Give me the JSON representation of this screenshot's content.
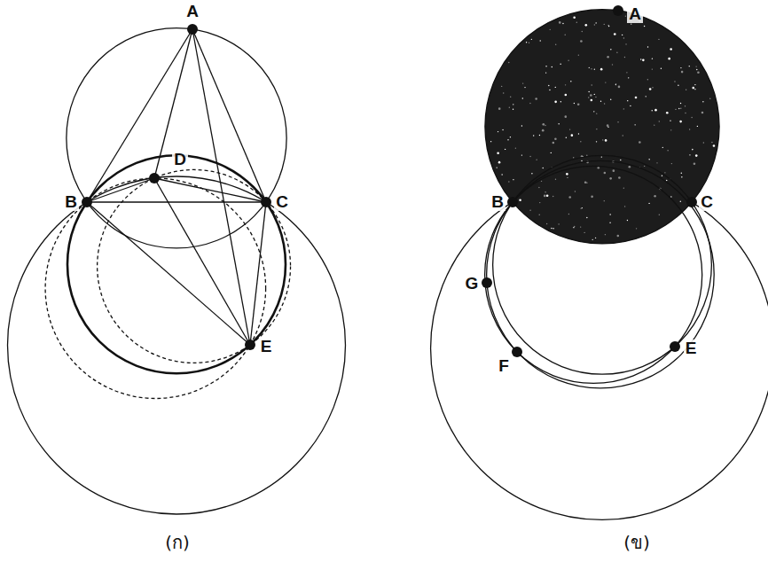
{
  "diagram": {
    "labels": [
      "A",
      "B",
      "D",
      "C",
      "E",
      "(ก)",
      "A",
      "B",
      "C",
      "G",
      "F",
      "E",
      "(ข)"
    ]
  }
}
